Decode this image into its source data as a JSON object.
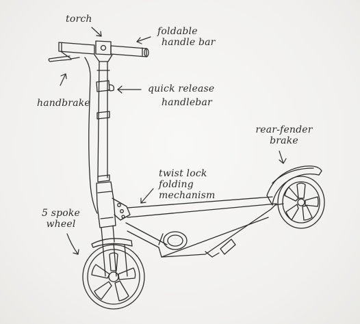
{
  "labels": {
    "torch": "torch",
    "foldable_line1": "foldable",
    "foldable_line2": "handle bar",
    "quick_line1": "quick release",
    "quick_line2": "handlebar",
    "handbrake": "handbrake",
    "rear_line1": "rear-fender",
    "rear_line2": "brake",
    "twist_line1": "twist lock",
    "twist_line2": "folding",
    "twist_line3": "mechanism",
    "spoke_line1": "5 spoke",
    "spoke_line2": "wheel"
  },
  "colors": {
    "ink": "#2b2b2b",
    "paper": "#f4f3f1"
  }
}
